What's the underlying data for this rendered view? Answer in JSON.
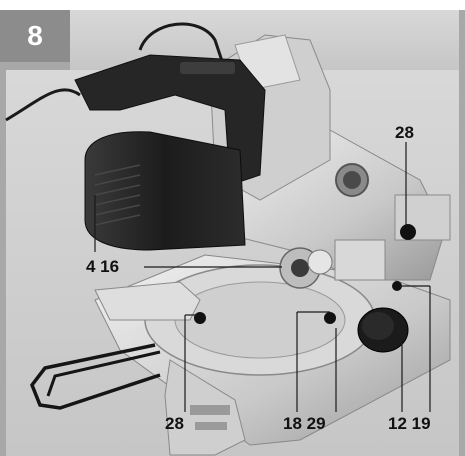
{
  "figure": {
    "number": "8",
    "badge_color": "#8c8c8c",
    "frame_color": "#a8a8a8",
    "subject": "miter-saw-photo"
  },
  "callouts": {
    "c28_top": "28",
    "c4_16": "4 16",
    "c28_bottom": "28",
    "c18_29": "18 29",
    "c12_19": "12 19"
  }
}
